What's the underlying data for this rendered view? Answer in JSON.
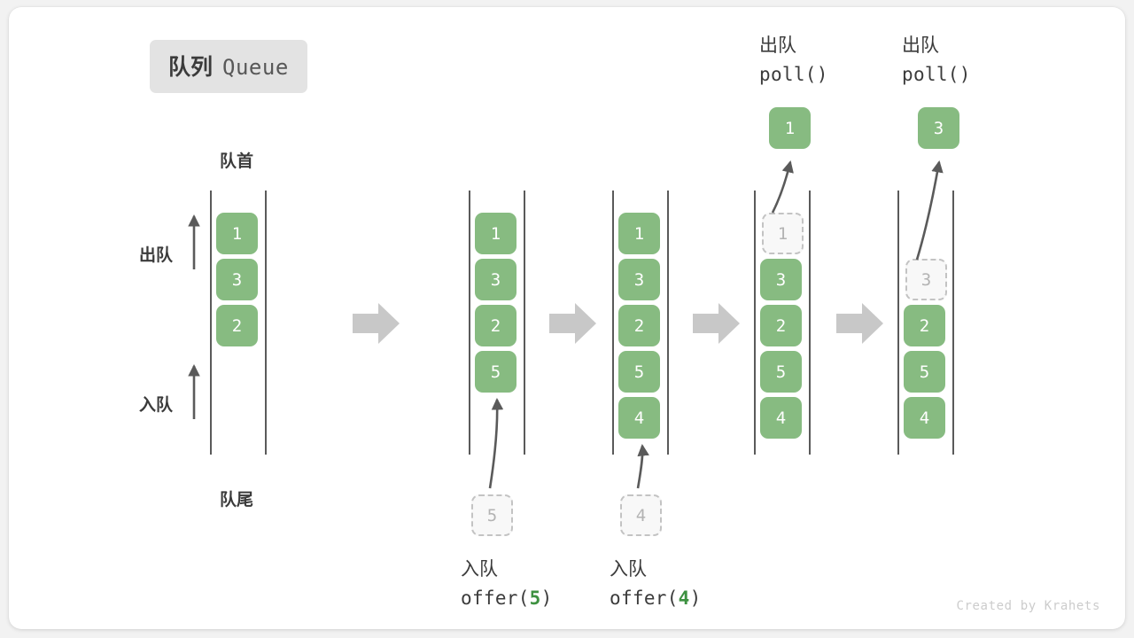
{
  "diagram": {
    "title_cn": "队列",
    "title_en": "Queue",
    "head_label": "队首",
    "tail_label": "队尾",
    "dequeue_side_label": "出队",
    "enqueue_side_label": "入队",
    "watermark": "Created by Krahets",
    "colors": {
      "element_fill": "#87bb81",
      "element_text": "#ffffff",
      "ghost_fill": "#f8f8f8",
      "ghost_border": "#c3c3c3",
      "ghost_text": "#b3b3b3",
      "rail": "#5a5a5a",
      "arrow": "#5a5a5a",
      "separator_arrow": "#c8c8c8",
      "badge_bg": "#e3e3e3",
      "text": "#3b3b3b",
      "accent_green": "#3d9140",
      "card_bg": "#ffffff",
      "page_bg": "#f2f2f2"
    },
    "steps": [
      {
        "id": "initial",
        "caption_cn": "",
        "caption_code": "",
        "caption_arg": "",
        "top_caption_cn": "",
        "top_caption_code": "",
        "items": [
          "1",
          "3",
          "2"
        ],
        "ghost_index": -1,
        "ghost_value": "",
        "floating_value": ""
      },
      {
        "id": "offer-5",
        "caption_cn": "入队",
        "caption_code_prefix": "offer(",
        "caption_arg": "5",
        "caption_code_suffix": ")",
        "items": [
          "1",
          "3",
          "2",
          "5"
        ],
        "incoming_value": "5"
      },
      {
        "id": "offer-4",
        "caption_cn": "入队",
        "caption_code_prefix": "offer(",
        "caption_arg": "4",
        "caption_code_suffix": ")",
        "items": [
          "1",
          "3",
          "2",
          "5",
          "4"
        ],
        "incoming_value": "4"
      },
      {
        "id": "poll-1",
        "top_caption_cn": "出队",
        "top_caption_code": "poll()",
        "items": [
          "1",
          "3",
          "2",
          "5",
          "4"
        ],
        "removed_index": 0,
        "removed_value": "1"
      },
      {
        "id": "poll-3",
        "top_caption_cn": "出队",
        "top_caption_code": "poll()",
        "items": [
          "3",
          "2",
          "5",
          "4"
        ],
        "removed_index": 0,
        "removed_value": "3"
      }
    ]
  }
}
